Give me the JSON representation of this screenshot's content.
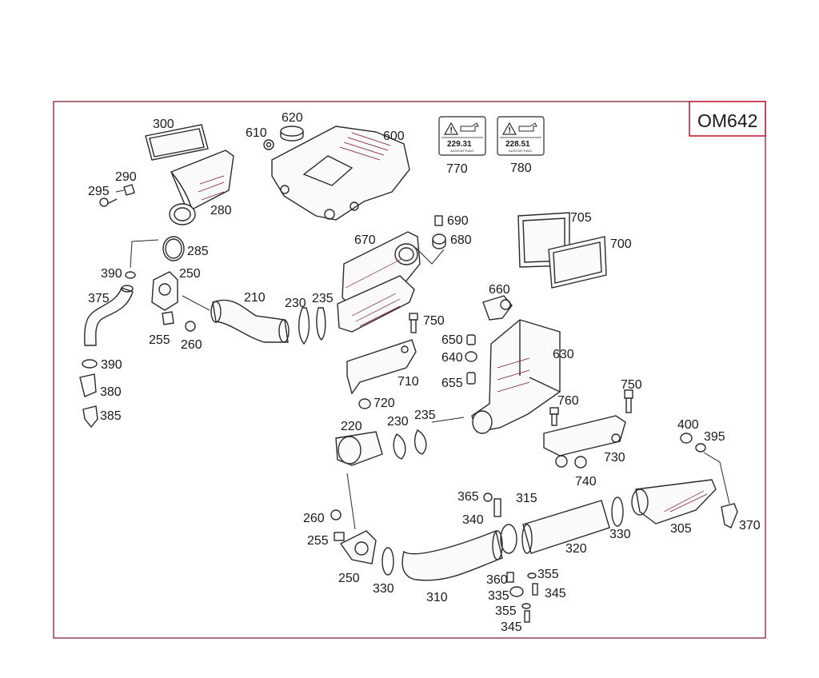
{
  "engine_code": "OM642",
  "oil_labels": [
    {
      "part": "770",
      "spec": "229.31"
    },
    {
      "part": "780",
      "spec": "228.51"
    }
  ],
  "oil_label_small_text": "AUSSTATTUNG",
  "part_numbers": [
    "300",
    "620",
    "610",
    "600",
    "290",
    "295",
    "280",
    "285",
    "390",
    "250",
    "375",
    "210",
    "230",
    "235",
    "670",
    "690",
    "680",
    "705",
    "700",
    "660",
    "750",
    "650",
    "640",
    "655",
    "630",
    "710",
    "720",
    "255",
    "260",
    "390",
    "380",
    "385",
    "220",
    "230",
    "235",
    "760",
    "750",
    "730",
    "740",
    "400",
    "395",
    "365",
    "315",
    "340",
    "260",
    "255",
    "250",
    "330",
    "310",
    "360",
    "335",
    "355",
    "345",
    "355",
    "345",
    "320",
    "330",
    "305",
    "370"
  ],
  "colors": {
    "frame": "#7a1020",
    "engine_box_border": "#c0102a",
    "line": "#2a2a2a"
  }
}
